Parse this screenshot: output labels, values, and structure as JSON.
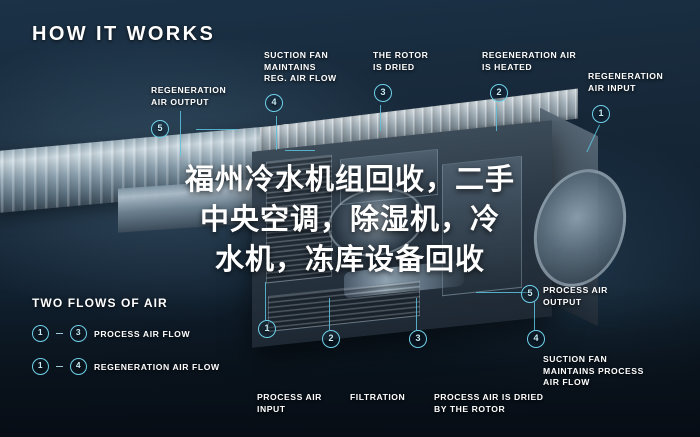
{
  "header": {
    "title": "HOW IT WORKS"
  },
  "watermark": {
    "line1": "福州冷水机组回收，二手",
    "line2": "中央空调，除湿机，冷",
    "line3": "水机，冻库设备回收"
  },
  "callouts": [
    {
      "id": "regeneration-air-output",
      "badge": "5",
      "label": "REGENERATION\nAIR OUTPUT"
    },
    {
      "id": "suction-fan-maintains-reg-air-flow",
      "badge": "4",
      "label": "SUCTION FAN\nMAINTAINS\nREG. AIR FLOW"
    },
    {
      "id": "the-rotor-is-dried",
      "badge": "3",
      "label": "THE ROTOR\nIS DRIED"
    },
    {
      "id": "regeneration-air-is-heated",
      "badge": "2",
      "label": "REGENERATION AIR\nIS HEATED"
    },
    {
      "id": "regeneration-air-input",
      "badge": "1",
      "label": "REGENERATION\nAIR INPUT"
    },
    {
      "id": "process-air-output",
      "badge": "5",
      "label": "PROCESS AIR\nOUTPUT"
    },
    {
      "id": "suction-fan-maintains-process-air-flow",
      "badge": "4",
      "label": "SUCTION FAN\nMAINTAINS PROCESS\nAIR FLOW"
    },
    {
      "id": "process-air-is-dried-by-the-rotor",
      "badge": "3",
      "label": "PROCESS AIR IS DRIED\nBY THE ROTOR"
    },
    {
      "id": "filtration",
      "badge": "2",
      "label": "FILTRATION"
    },
    {
      "id": "process-air-input",
      "badge": "1",
      "label": "PROCESS AIR\nINPUT"
    }
  ],
  "legend": {
    "title": "TWO FLOWS OF AIR",
    "rows": [
      {
        "from": "1",
        "to": "3",
        "label": "PROCESS AIR FLOW"
      },
      {
        "from": "1",
        "to": "4",
        "label": "REGENERATION AIR FLOW"
      }
    ]
  },
  "colors": {
    "accent": "#6fd0e8",
    "background": "#132230",
    "text": "#ffffff"
  }
}
